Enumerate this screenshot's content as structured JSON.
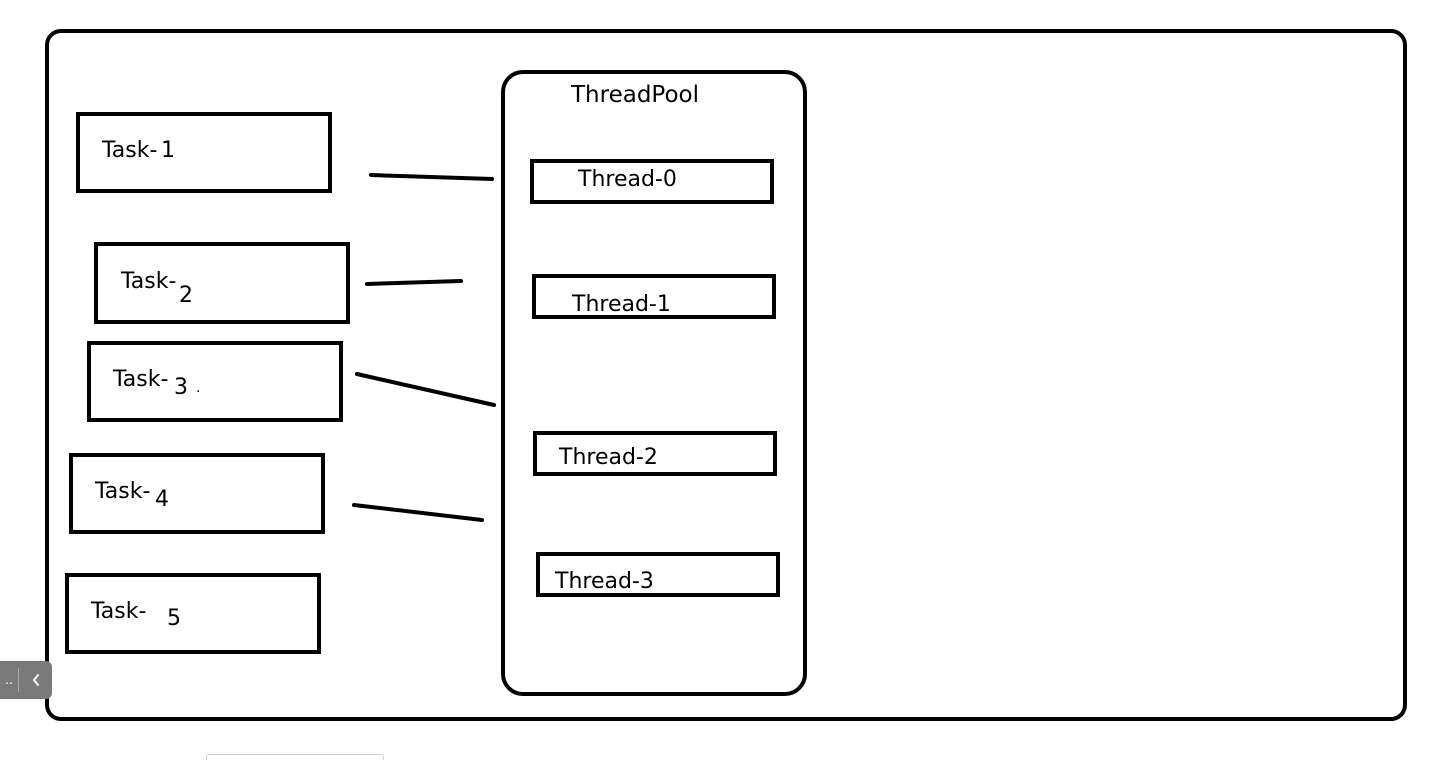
{
  "pool": {
    "title": "ThreadPool",
    "threads": [
      "Thread-0",
      "Thread-1",
      "Thread-2",
      "Thread-3"
    ]
  },
  "tasks": [
    {
      "prefix": "Task-",
      "number": "1"
    },
    {
      "prefix": "Task-",
      "number": "2"
    },
    {
      "prefix": "Task-",
      "number": "3"
    },
    {
      "prefix": "Task-",
      "number": "4"
    },
    {
      "prefix": "Task-",
      "number": "5"
    }
  ],
  "task3_stray_mark": ".",
  "side_handle": {
    "ellipsis": "..",
    "icon": "chevron-left-icon"
  },
  "colors": {
    "stroke": "#000000",
    "handle": "#7a7a7a"
  }
}
